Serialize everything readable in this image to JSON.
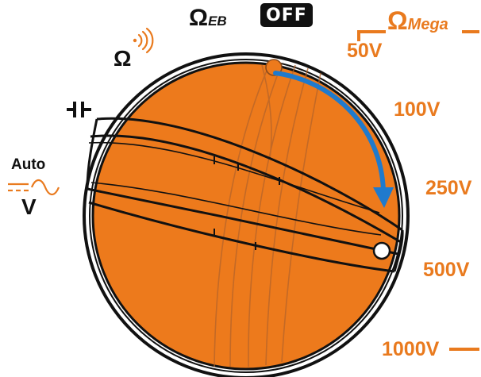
{
  "dial": {
    "positions": {
      "off": "OFF",
      "ohm_eb_symbol": "Ω",
      "ohm_eb_sub": "EB",
      "ohm": "Ω",
      "auto": "Auto",
      "volt": "V",
      "mega_symbol": "Ω",
      "mega_word": "Mega",
      "v50": "50V",
      "v100": "100V",
      "v250": "250V",
      "v500": "500V",
      "v1000": "1000V"
    },
    "icons": {
      "continuity": "sound-waves-icon",
      "capacitor": "capacitor-icon",
      "ac_dc": "ac-dc-wave-icon",
      "rotate_arrow": "clockwise-arrow-icon",
      "pointer": "pointer-dot-icon"
    },
    "colors": {
      "knob": "#ed7a1c",
      "accent_orange": "#e97a1e",
      "arrow_blue": "#1f7acd",
      "outline": "#111111"
    }
  }
}
